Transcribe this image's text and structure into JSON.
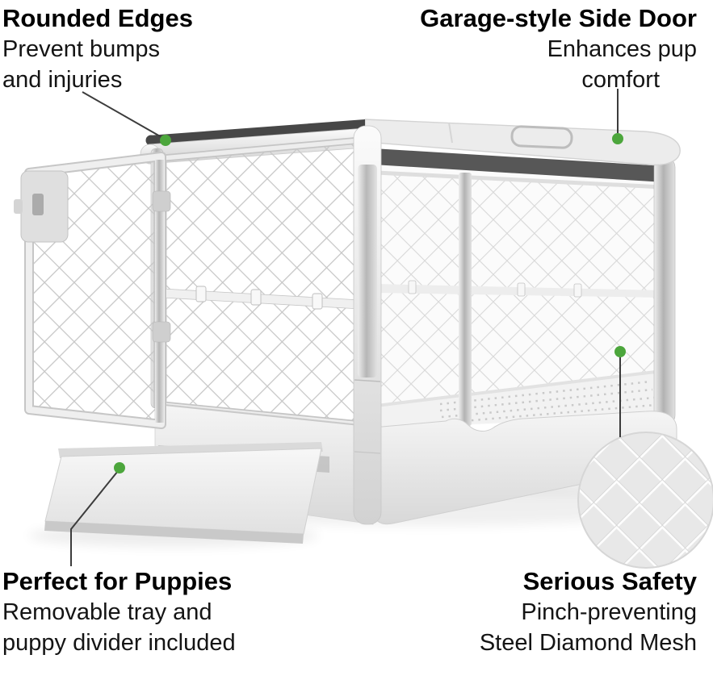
{
  "colors": {
    "marker_green": "#4CA63C",
    "connector_line": "#3c3c3c",
    "title_text": "#000000",
    "body_text": "#141414",
    "crate_light_grey": "#ececec",
    "mesh_wire_grey": "#c7c7c7"
  },
  "callouts": {
    "rounded_edges": {
      "title": "Rounded Edges",
      "body_line1": "Prevent bumps",
      "body_line2": "and injuries"
    },
    "garage_side_door": {
      "title": "Garage-style Side Door",
      "body_line1": "Enhances pup",
      "body_line2": "comfort"
    },
    "perfect_for_puppies": {
      "title": "Perfect for Puppies",
      "body_line1": "Removable tray and",
      "body_line2": "puppy divider included"
    },
    "serious_safety": {
      "title": "Serious Safety",
      "body_line1": "Pinch-preventing",
      "body_line2": "Steel Diamond Mesh"
    }
  }
}
